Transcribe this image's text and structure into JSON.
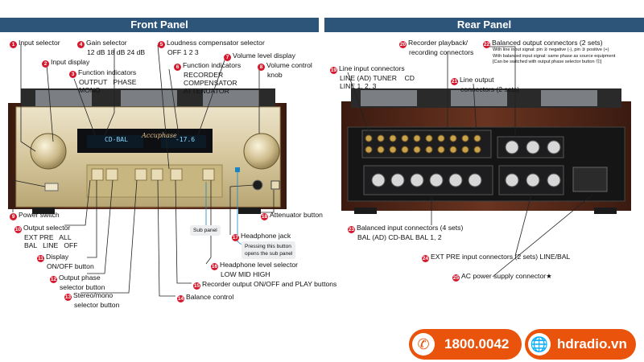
{
  "header": {
    "front_title": "Front Panel",
    "rear_title": "Rear Panel"
  },
  "front": {
    "display_text_left": "CD-BAL",
    "display_text_right": "-17.6",
    "brand": "Accuphase",
    "labels": {
      "l1": {
        "num": "1",
        "text": "Input selector"
      },
      "l2": {
        "num": "2",
        "text": "Input display"
      },
      "l3": {
        "num": "3",
        "text": "Function indicators",
        "sub": "OUTPUT   PHASE\nMONO"
      },
      "l4": {
        "num": "4",
        "text": "Gain selector",
        "sub": "12 dB  18 dB  24 dB"
      },
      "l5": {
        "num": "5",
        "text": "Loudness compensator selector",
        "sub": "OFF  1  2  3"
      },
      "l6": {
        "num": "6",
        "text": "Function indicators",
        "sub": "RECORDER\nCOMPENSATOR\nATTENUATOR"
      },
      "l7": {
        "num": "7",
        "text": "Volume level display"
      },
      "l8": {
        "num": "8",
        "text": "Volume control",
        "sub": "knob"
      },
      "l9": {
        "num": "9",
        "text": "Power switch"
      },
      "l10": {
        "num": "10",
        "text": "Output selector",
        "sub": "EXT PRE   ALL\nBAL   LINE   OFF"
      },
      "l11": {
        "num": "11",
        "text": "Display",
        "sub": "ON/OFF button"
      },
      "l12": {
        "num": "12",
        "text": "Output phase",
        "sub": "selector button"
      },
      "l13": {
        "num": "13",
        "text": "Stereo/mono",
        "sub": "selector button"
      },
      "l14": {
        "num": "14",
        "text": "Balance control"
      },
      "l15": {
        "num": "15",
        "text": "Recorder output ON/OFF and PLAY buttons"
      },
      "l16": {
        "num": "16",
        "text": "Headphone level selector",
        "sub": "LOW    MID    HIGH"
      },
      "l17": {
        "num": "17",
        "text": "Headphone jack"
      },
      "l18": {
        "num": "18",
        "text": "Attenuator button"
      }
    },
    "sub_panel": "Sub panel",
    "sub_panel_note": "Pressing this button\nopens the sub panel"
  },
  "rear": {
    "labels": {
      "l19": {
        "num": "19",
        "text": "Line input connectors",
        "sub": "LINE (AD) TUNER    CD\nLINE 1, 2, 3"
      },
      "l20": {
        "num": "20",
        "text": "Recorder playback/",
        "sub": "recording connectors"
      },
      "l21": {
        "num": "21",
        "text": "Line output",
        "sub": "connectors (2 sets)"
      },
      "l22": {
        "num": "22",
        "text": "Balanced output connectors (2 sets)"
      },
      "l22_notes": "With line input signal: pin ② negative (-), pin ③ positive (+)\nWith balanced input signal: same phase as source equipment\n[Can be switched with output phase selector button ⑫]",
      "l23": {
        "num": "23",
        "text": "Balanced input connectors (4 sets)",
        "sub": "BAL (AD) CD-BAL    BAL 1, 2"
      },
      "l24": {
        "num": "24",
        "text": "EXT PRE input connectors (2 sets) LINE/BAL"
      },
      "l25": {
        "num": "25",
        "text": "AC power supply connector★"
      }
    }
  },
  "footer": {
    "phone": "1800.0042",
    "site": "hdradio.vn",
    "phone_icon": "phone-icon",
    "globe_icon": "globe-icon"
  },
  "colors": {
    "header": "#2d557a",
    "accent": "#e9530c",
    "badge": "#d6182c",
    "display": "#8ad8ff"
  }
}
